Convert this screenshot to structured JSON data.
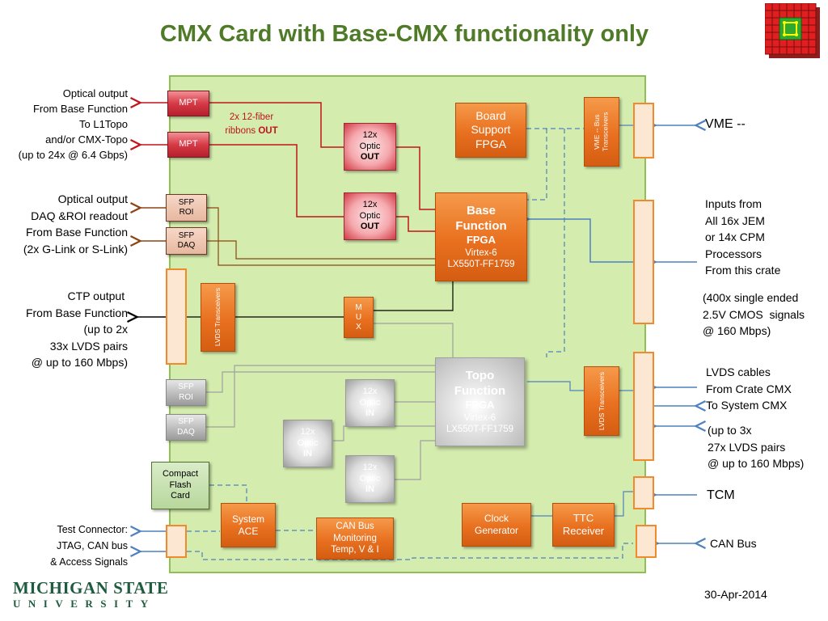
{
  "title": "CMX Card with Base-CMX functionality only",
  "date": "30-Apr-2014",
  "logo": {
    "line1": "MICHIGAN STATE",
    "line2": "UNIVERSITY"
  },
  "blocks": {
    "mpt1": "MPT",
    "mpt2": "MPT",
    "fiber_note": [
      "2x 12-fiber",
      "ribbons ",
      "OUT"
    ],
    "optic_out_1": [
      "12x",
      "Optic",
      "OUT"
    ],
    "optic_out_2": [
      "12x",
      "Optic",
      "OUT"
    ],
    "board_support": [
      "Board",
      "Support",
      "FPGA"
    ],
    "vme_bus_xcvr": "VME -- Bus Transceivers",
    "base_function": [
      "Base",
      "Function",
      "FPGA",
      "Virtex-6",
      "LX550T-FF1759"
    ],
    "sfp_roi_1": [
      "SFP",
      "ROI"
    ],
    "sfp_daq_1": [
      "SFP",
      "DAQ"
    ],
    "lvds_xcvr_left": "LVDS Transceivers",
    "mux": [
      "M",
      "U",
      "X"
    ],
    "topo_function": [
      "Topo",
      "Function",
      "FPGA",
      "Virtex-6",
      "LX550T-FF1759"
    ],
    "lvds_xcvr_right": "LVDS Transceivers",
    "sfp_roi_2": [
      "SFP",
      "ROI"
    ],
    "sfp_daq_2": [
      "SFP",
      "DAQ"
    ],
    "optic_in_1": [
      "12x",
      "Optic",
      "IN"
    ],
    "optic_in_2": [
      "12x",
      "Optic",
      "IN"
    ],
    "optic_in_3": [
      "12x",
      "Optic",
      "IN"
    ],
    "compact_flash": [
      "Compact",
      "Flash",
      "Card"
    ],
    "system_ace": [
      "System",
      "ACE"
    ],
    "can_monitor": [
      "CAN Bus",
      "Monitoring",
      "Temp, V & I"
    ],
    "clock_gen": [
      "Clock",
      "Generator"
    ],
    "ttc_receiver": [
      "TTC",
      "Receiver"
    ]
  },
  "labels_left": {
    "optical_out": [
      "Optical output",
      "From Base Function",
      "To  L1Topo",
      "and/or CMX-Topo",
      "(up to 24x @ 6.4 Gbps)"
    ],
    "daq_roi": [
      "Optical output",
      "DAQ &ROI readout",
      "From Base Function",
      "(2x G-Link or S-Link)"
    ],
    "ctp": [
      "CTP output ",
      "From Base Function",
      "(up to 2x",
      "33x LVDS pairs",
      "@ up to 160 Mbps)"
    ],
    "test_connector": [
      "Test Connector:",
      "JTAG, CAN bus",
      "& Access Signals"
    ]
  },
  "labels_right": {
    "vme": "VME --",
    "inputs": [
      "Inputs from",
      "All 16x JEM",
      "or 14x CPM",
      "Processors",
      "From this crate"
    ],
    "cmos": [
      "(400x single ended",
      "2.5V CMOS  signals",
      "@ 160 Mbps)"
    ],
    "lvds_cables": [
      "LVDS cables",
      "From Crate CMX",
      "To System CMX"
    ],
    "lvds_pairs": [
      "(up to 3x",
      "27x LVDS pairs",
      "@ up to 160 Mbps)"
    ],
    "tcm": "TCM",
    "can_bus": "CAN Bus"
  },
  "colors": {
    "title": "#4f7a28",
    "board": "#d4ecae",
    "orange": "#e8701f",
    "red_line": "#c0141e",
    "blue_line": "#4f81bd",
    "brown_line": "#8b4513",
    "msu_green": "#1f5c3f"
  }
}
